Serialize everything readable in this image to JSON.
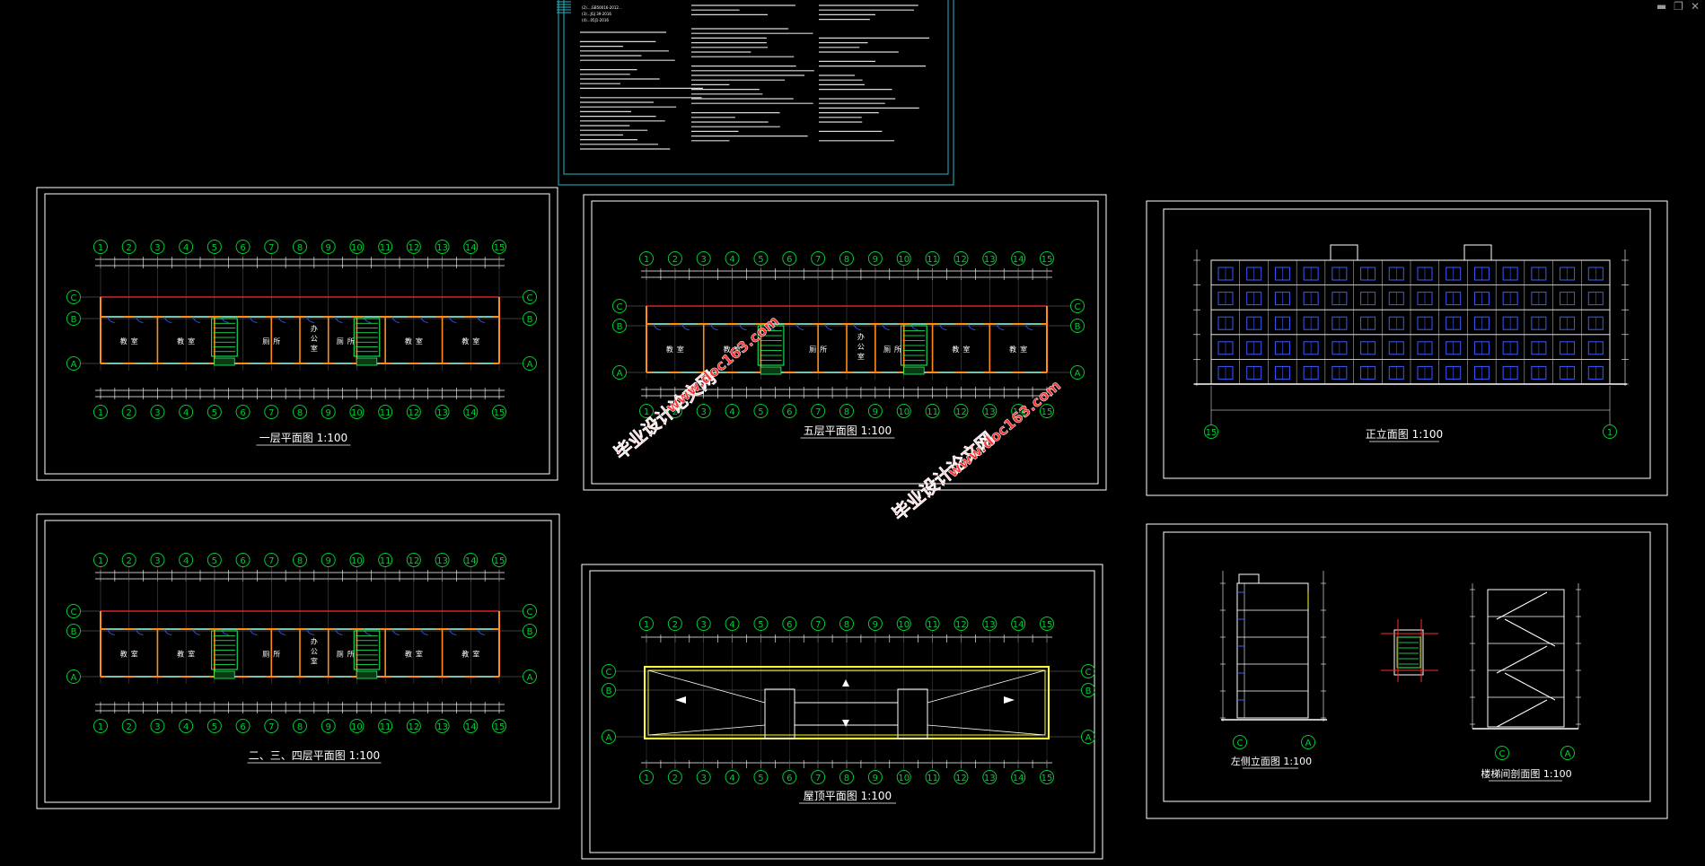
{
  "window_controls": {
    "minimize": "▬",
    "restore": "❐",
    "close": "✕"
  },
  "notes_sheet": {
    "left_column": [
      "(2)...,GB50016-2012...",
      "(3)...JGJ 39-2016",
      "(4)...05J1-2016"
    ]
  },
  "sheets": {
    "floor1": {
      "title": "一层平面图",
      "scale": "1:100"
    },
    "floor5": {
      "title": "五层平面图",
      "scale": "1:100"
    },
    "floor234": {
      "title": "二、三、四层平面图",
      "scale": "1:100"
    },
    "roof": {
      "title": "屋顶平面图",
      "scale": "1:100"
    },
    "elevation": {
      "title": "正立面图",
      "scale": "1:100",
      "left_axis": "15",
      "right_axis": "1"
    },
    "side": {
      "title": "左侧立面图",
      "scale": "1:100",
      "stair_title": "楼梯间剖面图",
      "stair_scale": "1:100",
      "axes": [
        "C",
        "A"
      ]
    }
  },
  "axis_numbers": [
    "1",
    "2",
    "3",
    "4",
    "5",
    "6",
    "7",
    "8",
    "9",
    "10",
    "11",
    "12",
    "13",
    "14",
    "15"
  ],
  "row_letters": [
    "C",
    "B",
    "A"
  ],
  "room_labels": {
    "classroom": "教室",
    "office": "办公室",
    "toilet": "厕所",
    "stair": "楼梯"
  },
  "watermark": {
    "cn": "毕业设计论文网",
    "url": "www.doc163.com"
  },
  "colors": {
    "axis": "#00cc33",
    "frame": "#ffffff",
    "wall": "#ff8c1a",
    "beam": "#ff2a2a",
    "window": "#33e0ff",
    "stair": "#20ff60",
    "roof": "#ffff33",
    "elev": "#3a5bff",
    "watermark": "#ff3030",
    "notes": "#29b6c8"
  }
}
